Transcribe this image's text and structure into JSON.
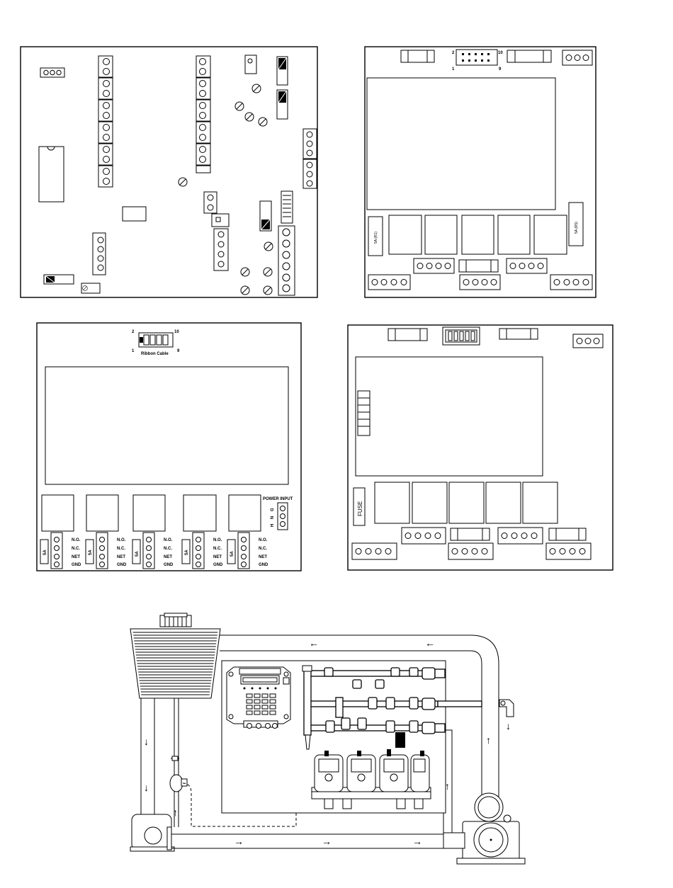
{
  "boards": {
    "board_a": {
      "pin_2": "2",
      "pin_10": "10",
      "pin_1": "1",
      "pin_9": "9",
      "fuse_left": "5A (R1)",
      "fuse_right": "5A (R5)"
    },
    "board_b": {
      "pin_2": "2",
      "pin_10": "10",
      "pin_1": "1",
      "pin_9": "9",
      "ribbon_label": "Ribbon Cable",
      "power_input_label": "POWER INPUT",
      "power_terminals": [
        "G",
        "N",
        "H"
      ],
      "relay_fuse_label": "5A",
      "relay_terminals": [
        "N.O.",
        "N.C.",
        "NET",
        "GND"
      ]
    },
    "board_c": {
      "fuse_label": "FUSE"
    }
  },
  "plumbing": {
    "flow_arrows": [
      "←",
      "←",
      "↓",
      "↓",
      "↑",
      "→",
      "→",
      "→",
      "↑",
      "↑",
      "↓"
    ]
  },
  "colors": {
    "line": "#000000",
    "background": "#ffffff"
  }
}
